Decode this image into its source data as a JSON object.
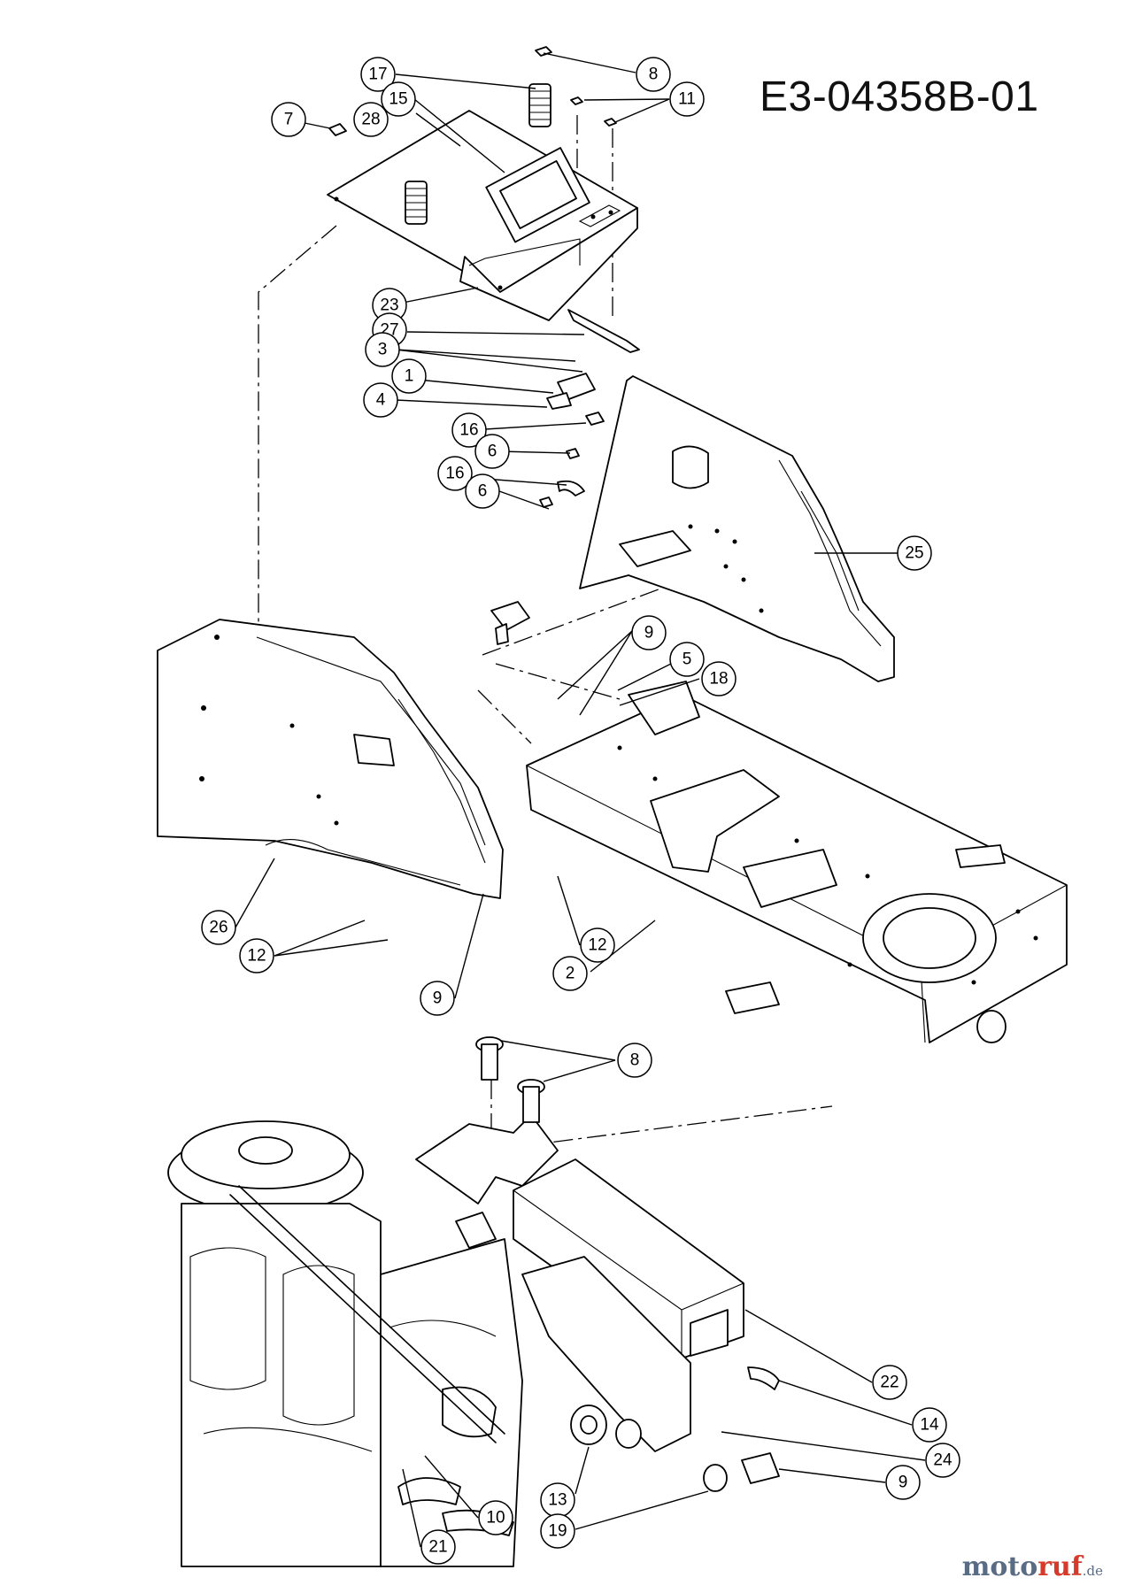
{
  "diagram_code": "E3-04358B-01",
  "watermark": {
    "brand_a": "moto",
    "brand_b": "ruf",
    "tld": ".de"
  },
  "callouts": [
    "1",
    "2",
    "3",
    "4",
    "5",
    "6",
    "6",
    "7",
    "8",
    "8",
    "9",
    "9",
    "9",
    "9",
    "10",
    "11",
    "12",
    "12",
    "12",
    "13",
    "14",
    "15",
    "16",
    "16",
    "17",
    "18",
    "19",
    "21",
    "22",
    "23",
    "24",
    "25",
    "26",
    "27",
    "28"
  ]
}
